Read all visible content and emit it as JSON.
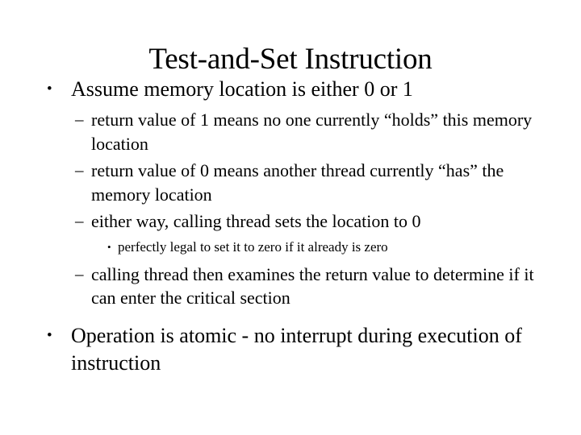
{
  "slide": {
    "title": "Test-and-Set Instruction",
    "background_color": "#ffffff",
    "text_color": "#000000",
    "bullet_glyph_level1": "•",
    "bullet_glyph_level2": "–",
    "bullet_glyph_level3": "•",
    "content": [
      {
        "level": 1,
        "text": "Assume memory location is either 0 or 1"
      },
      {
        "level": 2,
        "text": "return value of 1 means no one currently “holds” this memory location"
      },
      {
        "level": 2,
        "text": "return value of 0 means another thread currently “has” the memory location"
      },
      {
        "level": 2,
        "text": "either way, calling thread sets the location to 0"
      },
      {
        "level": 3,
        "text": "perfectly legal to set it to zero if it already is zero"
      },
      {
        "level": 2,
        "text": "calling thread then examines the return value to determine if it can enter the critical section"
      },
      {
        "level": 1,
        "text": "Operation is atomic - no interrupt during execution of instruction"
      }
    ]
  }
}
